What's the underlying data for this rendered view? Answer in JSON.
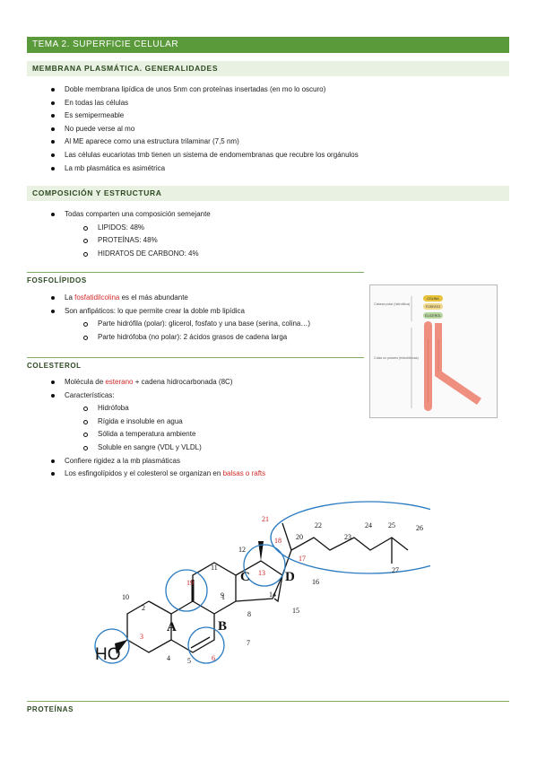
{
  "doc": {
    "title": "TEMA 2. SUPERFICIE CELULAR",
    "s1": {
      "heading": "MEMBRANA PLASMÁTICA. GENERALIDADES",
      "items": [
        "Doble membrana lipídica de unos 5nm con proteínas insertadas (en mo lo oscuro)",
        "En todas las células",
        "Es semipermeable",
        "No puede verse al mo",
        "Al ME aparece como una estructura trilaminar (7,5 nm)",
        "Las células eucariotas tmb tienen un sistema de endomembranas que recubre los orgánulos",
        "La mb plasmática es asimétrica"
      ]
    },
    "s2": {
      "heading": "COMPOSICIÓN Y ESTRUCTURA",
      "item": "Todas comparten una composición semejante",
      "subitems": [
        "LIPIDOS: 48%",
        "PROTEÍNAS: 48%",
        "HIDRATOS DE CARBONO: 4%"
      ]
    },
    "fosfo": {
      "heading": "FOSFOLÍPIDOS",
      "item1_pre": "La ",
      "item1_red": "fosfatidilcolina",
      "item1_post": " es el más abundante",
      "item2": "Son anfipáticos: lo que permite crear la doble mb lipídica",
      "sub1": "Parte hidrófila (polar): glicerol, fosfato y una base (serina, colina…)",
      "sub2": "Parte hidrófoba (no polar): 2 ácidos grasos de cadena larga"
    },
    "figure": {
      "labels": [
        "COLINA",
        "FOSFATO",
        "GLICEROL"
      ],
      "left_text_1": "Cabeza polar (hidrofílica)",
      "left_text_2": "Colas no polares (hidrofóbicas)"
    },
    "coles": {
      "heading": "COLESTEROL",
      "item1_pre": "Molécula de ",
      "item1_red": "esterano",
      "item1_post": " + cadena hidrocarbonada (8C)",
      "item2": "Características:",
      "subs": [
        "Hidrófoba",
        "Rígida e insoluble en agua",
        "Sólida a temperatura ambiente",
        "Soluble en sangre (VDL y VLDL)"
      ],
      "item3": "Confiere rigidez a la mb plasmáticas",
      "item4_pre": "Los esfingolípidos y el colesterol se organizan en ",
      "item4_red": "balsas o rafts"
    },
    "structure": {
      "ho": "HO",
      "rings": [
        "A",
        "B",
        "C",
        "D"
      ],
      "numbers": [
        "1",
        "2",
        "3",
        "4",
        "5",
        "6",
        "7",
        "8",
        "9",
        "10",
        "11",
        "12",
        "13",
        "14",
        "15",
        "16",
        "17",
        "18",
        "19",
        "20",
        "21",
        "22",
        "23",
        "24",
        "25",
        "26",
        "27"
      ]
    },
    "proteinas": {
      "heading": "PROTEÍNAS"
    }
  }
}
